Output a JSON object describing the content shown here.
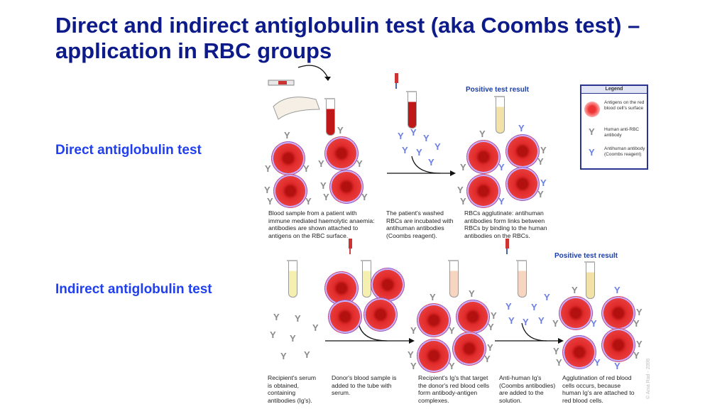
{
  "title": "Direct and indirect antiglobulin test (aka Coombs test) – application in RBC groups",
  "direct": {
    "label": "Direct antiglobulin test",
    "positive": "Positive test result",
    "captions": [
      "Blood sample from a patient with immune mediated haemolytic anaemia: antibodies are shown attached to antigens on the RBC surface.",
      "The patient's washed RBCs are incubated with antihuman antibodies (Coombs reagent).",
      "RBCs agglutinate: antihuman antibodies form links between RBCs by binding to the human antibodies on the RBCs."
    ]
  },
  "indirect": {
    "label": "Indirect antiglobulin test",
    "positive": "Positive test result",
    "captions": [
      "Recipient's serum is obtained, containing antibodies (Ig's).",
      "Donor's blood sample is added to the tube with serum.",
      "Recipient's Ig's that target the donor's red blood cells form antibody-antigen complexes.",
      "Anti-human Ig's (Coombs antibodies) are added to the solution.",
      "Agglutination of red blood cells occurs, because human Ig's are attached to red blood cells."
    ]
  },
  "legend": {
    "title": "Legend",
    "items": [
      "Antigens on the red blood cell's surface",
      "Human anti-RBC antibody",
      "Antihuman antibody (Coombs reagent)"
    ]
  },
  "copyright": "© Ania Rad - 2006"
}
